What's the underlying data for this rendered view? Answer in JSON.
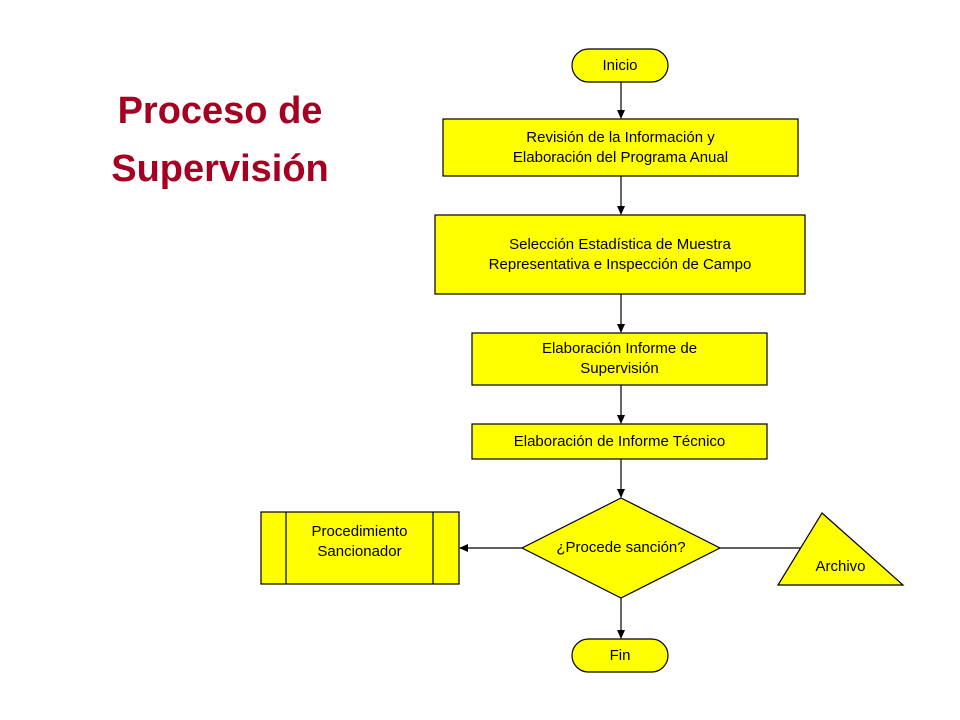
{
  "title": {
    "line1": "Proceso de",
    "line2": "Supervisión"
  },
  "colors": {
    "title": "#a50021",
    "shape_fill": "#ffff00",
    "stroke": "#000000"
  },
  "nodes": {
    "start": "Inicio",
    "step1": {
      "line1": "Revisión de la Información y",
      "line2": "Elaboración del Programa Anual"
    },
    "step2": {
      "line1": "Selección Estadística de Muestra",
      "line2": "Representativa e Inspección de Campo"
    },
    "step3": {
      "line1": "Elaboración Informe de",
      "line2": "Supervisión"
    },
    "step4": "Elaboración de Informe Técnico",
    "decision": "¿Procede sanción?",
    "left_process": {
      "line1": "Procedimiento",
      "line2": "Sancionador"
    },
    "archive": "Archivo",
    "end": "Fin"
  }
}
